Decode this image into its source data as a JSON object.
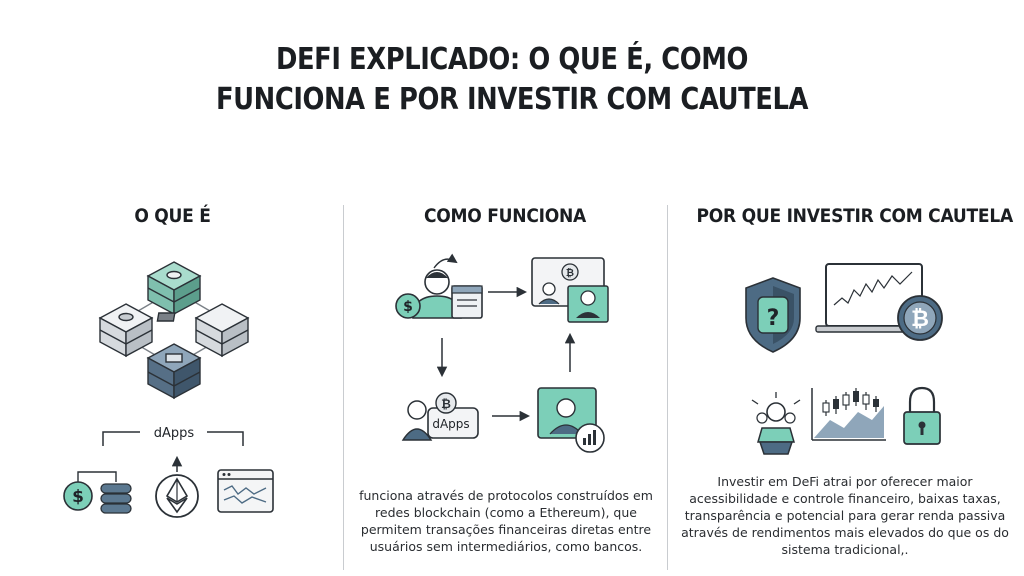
{
  "title": {
    "line1": "DEFI EXPLICADO: O QUE É, COMO",
    "line2": "FUNCIONA E POR INVESTIR COM CAUTELA"
  },
  "columns": {
    "what": {
      "heading": "O QUE É",
      "dapps_label": "dApps"
    },
    "how": {
      "heading": "COMO FUNCIONA",
      "dapps_label": "dApps",
      "description": [
        "funciona através de protocolos construídos em",
        "redes blockchain (como a Ethereum), que",
        "permitem transações financeiras diretas entre",
        "usuários sem intermediários, como bancos."
      ]
    },
    "why": {
      "heading": "POR QUE INVESTIR COM CAUTELA",
      "description": [
        "Investir em DeFi atrai por oferecer maior",
        "acessibilidade e controle financeiro, baixas taxas,",
        "transparência e potencial para gerar renda passiva",
        "através de rendimentos mais elevados do que os do",
        "sistema tradicional,."
      ]
    }
  },
  "icons": {
    "dollar": "$",
    "bitcoin": "₿",
    "question": "?"
  },
  "colors": {
    "teal": "#7ccfb8",
    "slate": "#4d6b84",
    "outline": "#2b3137",
    "light": "#e6e9ec"
  }
}
